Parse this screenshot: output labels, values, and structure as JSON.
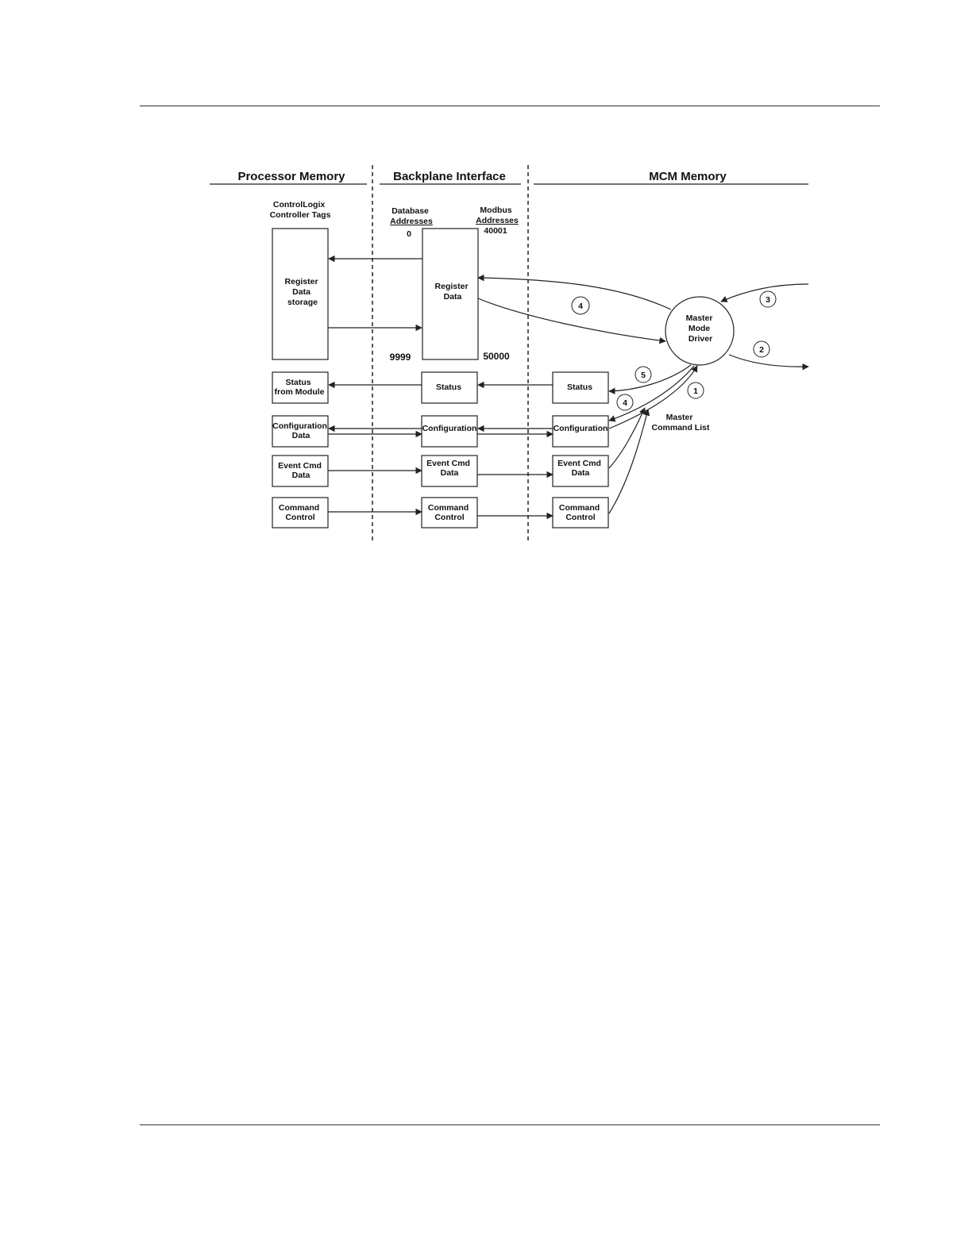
{
  "headers": {
    "processor_memory": "Processor Memory",
    "backplane_interface": "Backplane Interface",
    "mcm_memory": "MCM Memory"
  },
  "labels": {
    "controllogix_tags": [
      "ControlLogix",
      "Controller Tags"
    ],
    "database_addresses": [
      "Database",
      "Addresses"
    ],
    "modbus_addresses": [
      "Modbus",
      "Addresses"
    ],
    "db_start": "0",
    "db_end": "9999",
    "modbus_start": "40001",
    "modbus_end": "50000",
    "master_command_list": [
      "Master",
      "Command List"
    ]
  },
  "boxes": {
    "register_data_storage": [
      "Register",
      "Data",
      "storage"
    ],
    "register_data": [
      "Register",
      "Data"
    ],
    "status_from_module": [
      "Status",
      "from Module"
    ],
    "status_backplane": "Status",
    "status_mcm": "Status",
    "config_processor": [
      "Configuration",
      "Data"
    ],
    "config_backplane": "Configuration",
    "config_mcm": "Configuration",
    "event_processor": [
      "Event Cmd",
      "Data"
    ],
    "event_backplane": [
      "Event Cmd",
      "Data"
    ],
    "event_mcm": [
      "Event Cmd",
      "Data"
    ],
    "command_processor": [
      "Command",
      "Control"
    ],
    "command_backplane": [
      "Command",
      "Control"
    ],
    "command_mcm": [
      "Command",
      "Control"
    ]
  },
  "driver": [
    "Master",
    "Mode",
    "Driver"
  ],
  "step_markers": [
    "1",
    "2",
    "3",
    "4",
    "4",
    "5"
  ]
}
